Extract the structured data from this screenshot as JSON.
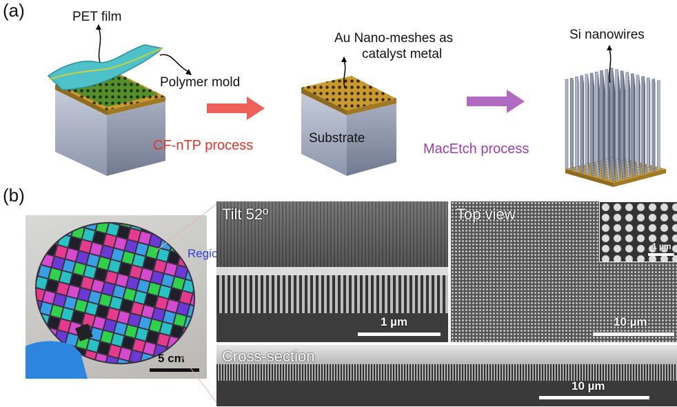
{
  "panel_a": {
    "label": "(a)",
    "pet_film": "PET film",
    "polymer_mold": "Polymer mold",
    "au_mesh_line1": "Au Nano-meshes as",
    "au_mesh_line2": "catalyst metal",
    "substrate": "Substrate",
    "si_nanowires": "Si nanowires",
    "process1": "CF-nTP process",
    "process2": "MacEtch process",
    "colors": {
      "arrow1": "#f0605a",
      "arrow2": "#b06ac0",
      "gold": "#c99a2e",
      "cube": "#a9b0c4"
    }
  },
  "panel_b": {
    "label": "(b)",
    "wafer_scale": "5 cm",
    "region_label": "Region I",
    "tilt_label": "Tilt 52º",
    "tilt_scale": "1 µm",
    "top_label": "Top view",
    "top_scale": "10 µm",
    "inset_scale": "1 µm",
    "cross_label": "Cross-section",
    "cross_scale": "10 µm",
    "colors": {
      "region": "#2b3ee0"
    }
  }
}
